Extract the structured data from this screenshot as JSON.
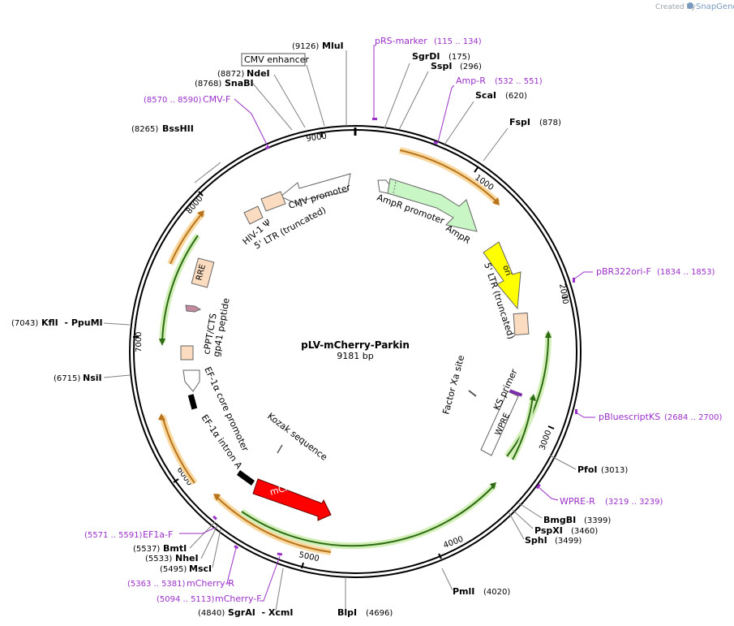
{
  "credit": {
    "created_by": "Created by",
    "brand": "SnapGene"
  },
  "plasmid": {
    "name": "pLV-mCherry-Parkin",
    "size_label": "9181 bp",
    "length": 9181
  },
  "ticks": [
    "1000",
    "2000",
    "3000",
    "4000",
    "5000",
    "6000",
    "7000",
    "8000",
    "9000"
  ],
  "sites": [
    {
      "name": "MluI",
      "pos": "(9126)"
    },
    {
      "name": "SgrDI",
      "pos": "(175)"
    },
    {
      "name": "SspI",
      "pos": "(296)"
    },
    {
      "name": "ScaI",
      "pos": "(620)"
    },
    {
      "name": "FspI",
      "pos": "(878)"
    },
    {
      "name": "PfoI",
      "pos": "(3013)"
    },
    {
      "name": "BmgBI",
      "pos": "(3399)"
    },
    {
      "name": "PspXI",
      "pos": "(3460)"
    },
    {
      "name": "SphI",
      "pos": "(3499)"
    },
    {
      "name": "PmlI",
      "pos": "(4020)"
    },
    {
      "name": "BlpI",
      "pos": "(4696)"
    },
    {
      "name": "SgrAI  - XcmI",
      "pos": "(4840)"
    },
    {
      "name": "MscI",
      "pos": "(5495)"
    },
    {
      "name": "NheI",
      "pos": "(5533)"
    },
    {
      "name": "BmtI",
      "pos": "(5537)"
    },
    {
      "name": "NsiI",
      "pos": "(6715)"
    },
    {
      "name": "KflI  - PpuMI",
      "pos": "(7043)"
    },
    {
      "name": "BssHII",
      "pos": "(8265)"
    },
    {
      "name": "SnaBI",
      "pos": "(8768)"
    },
    {
      "name": "NdeI",
      "pos": "(8872)"
    }
  ],
  "primers": [
    {
      "name": "pRS-marker",
      "range": "(115 .. 134)"
    },
    {
      "name": "Amp-R",
      "range": "(532 .. 551)"
    },
    {
      "name": "pBR322ori-F",
      "range": "(1834 .. 1853)"
    },
    {
      "name": "pBluescriptKS",
      "range": "(2684 .. 2700)"
    },
    {
      "name": "WPRE-R",
      "range": "(3219 .. 3239)"
    },
    {
      "name": "mCherry-F",
      "range": "(5094 .. 5113)"
    },
    {
      "name": "mCherry-R",
      "range": "(5363 .. 5381)"
    },
    {
      "name": "EF1a-F",
      "range": "(5571 .. 5591)"
    },
    {
      "name": "CMV-F",
      "range": "(8570 .. 8590)"
    }
  ],
  "boxed_label": "CMV enhancer",
  "features": {
    "cmv_promoter": "CMV promoter",
    "hiv_psi": "HIV-1 Ψ",
    "ltr5_trunc": "5' LTR (truncated)",
    "ampr_promoter": "AmpR promoter",
    "ampr": "AmpR",
    "ori": "ori",
    "ltr3_trunc": "5' LTR (truncated)",
    "factor_xa": "Factor Xa site",
    "ks_primer": "KS primer",
    "wpre": "WPRE",
    "kozak": "Kozak sequence",
    "mcherry": "mCherry",
    "ef1a_core": "EF-1α core promoter",
    "ef1a_intron": "EF-1α intron A",
    "cppt": "cPPT/CTS",
    "gp41": "gp41 peptide",
    "rre": "RRE"
  },
  "colors": {
    "backbone": "#000000",
    "orf_fill": "#f5a623",
    "orf_glow": "#f9d8a0",
    "green_fill": "#7ab648",
    "green_glow": "#d3f0b8",
    "primer": "#9b2fc9",
    "ampr": "#c8f7c5",
    "ori": "#ffff00",
    "ltr": "#fcdcc0",
    "mcherry": "#ff0000",
    "gp41": "#c48aa0"
  }
}
